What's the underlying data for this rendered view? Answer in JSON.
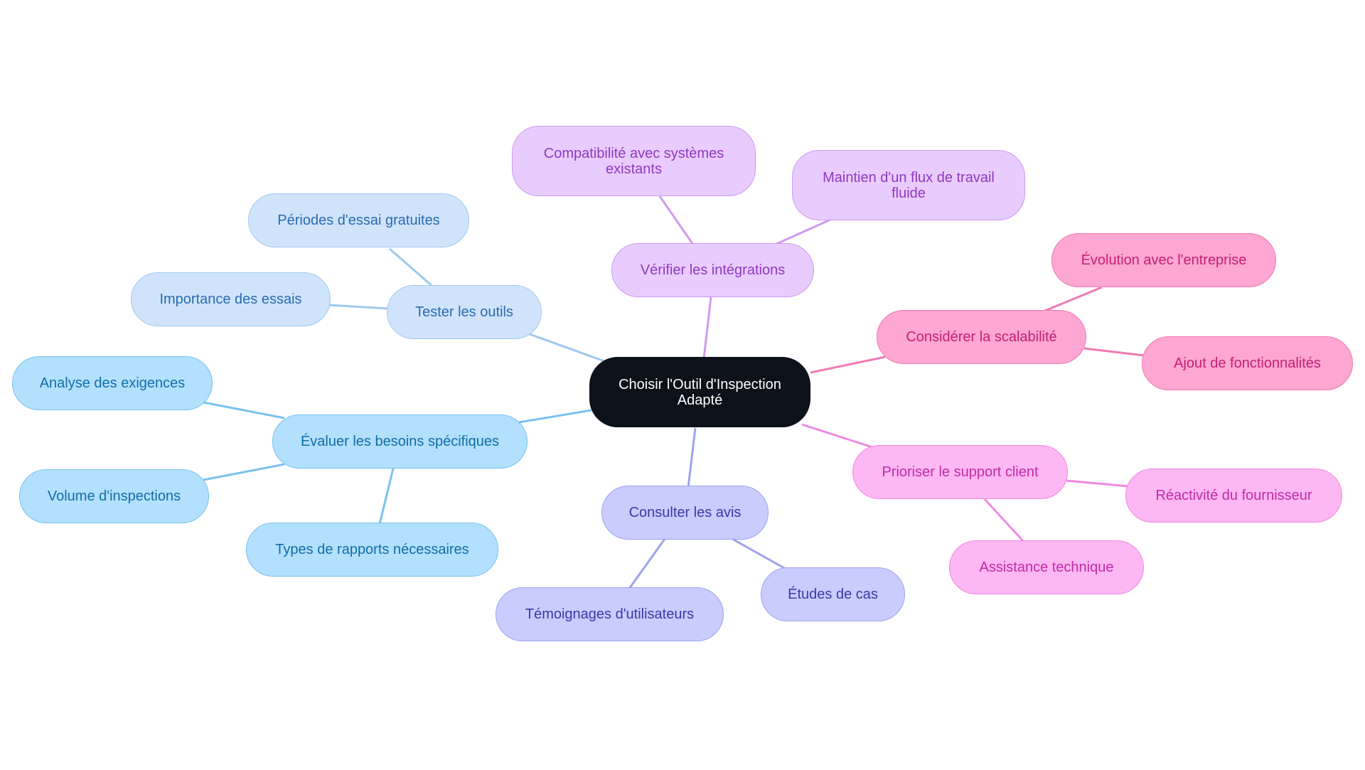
{
  "center": {
    "label": "Choisir l'Outil d'Inspection Adapté"
  },
  "colors": {
    "center": "#0c111a",
    "evaluer": "#b3e0fd",
    "tester": "#cfe4fb",
    "integrations": "#e8ccfd",
    "scalabilite": "#fda7d2",
    "support": "#fdb7f3",
    "avis": "#c9ccfd"
  },
  "branches": {
    "evaluer": {
      "label": "Évaluer les besoins spécifiques",
      "children": [
        "Analyse des exigences",
        "Volume d'inspections",
        "Types de rapports nécessaires"
      ]
    },
    "tester": {
      "label": "Tester les outils",
      "children": [
        "Périodes d'essai gratuites",
        "Importance des essais"
      ]
    },
    "integrations": {
      "label": "Vérifier les intégrations",
      "children": [
        "Compatibilité avec systèmes existants",
        "Maintien d'un flux de travail fluide"
      ]
    },
    "scalabilite": {
      "label": "Considérer la scalabilité",
      "children": [
        "Évolution avec l'entreprise",
        "Ajout de fonctionnalités"
      ]
    },
    "support": {
      "label": "Prioriser le support client",
      "children": [
        "Réactivité du fournisseur",
        "Assistance technique"
      ]
    },
    "avis": {
      "label": "Consulter les avis",
      "children": [
        "Témoignages d'utilisateurs",
        "Études de cas"
      ]
    }
  }
}
